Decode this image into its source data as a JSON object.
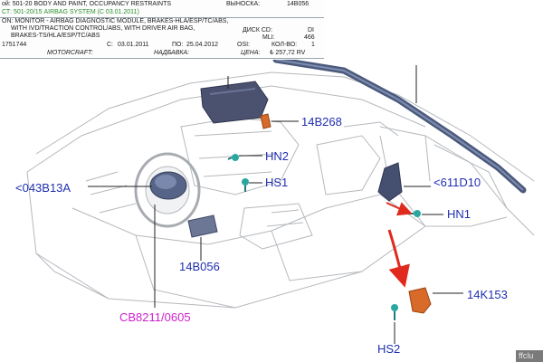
{
  "header": {
    "line1": {
      "group": "501-20 BODY AND PAINT, OCCUPANCY RESTRAINTS",
      "issue_label": "ВЫНОСКА:",
      "issue_value": "14B056"
    },
    "line2": {
      "section": "501-20/15 AIRBAG SYSTEM (C 03.01.2011)"
    },
    "desc_lines": [
      "MONITOR - AIRBAG DIAGNOSTIC MODULE, BRAKES-HLA/ESP/TC/ABS,",
      "WITH IVD/TRACTION CONTROL/ABS, WITH DRIVER AIR BAG,",
      "BRAKES-TS/HLA/ESP/TC/ABS"
    ],
    "disk": {
      "label": "ДИСК CD:",
      "value": "DI"
    },
    "mli": {
      "label": "MLI:",
      "value": "466"
    },
    "part_number": "1751744",
    "from": {
      "label": "С:",
      "value": "03.01.2011"
    },
    "to": {
      "label": "ПО:",
      "value": "25.04.2012"
    },
    "osi": {
      "label": "OSI:"
    },
    "qty": {
      "label": "КОЛ-ВО:",
      "value": "1"
    },
    "motorcraft": {
      "label": "MOTORCRAFT:"
    },
    "naddavka": {
      "label": "НАДБАВКА:"
    },
    "price": {
      "label": "ЦЕНА:",
      "value": "₺ 257,72 RV"
    }
  },
  "callouts": {
    "c14B268": "14B268",
    "hn2": "HN2",
    "hs1": "HS1",
    "c043B13A": "<043B13A",
    "c611D10": "<611D10",
    "hn1": "HN1",
    "c14B056": "14B056",
    "c14K153": "14K153",
    "hs2": "HS2",
    "cb": "CB8211/0605"
  },
  "watermark": "ffclu",
  "colors": {
    "callout": "#1f2fb0",
    "reference": "#d020d0",
    "arrow": "#e02a1e",
    "bracket": "#d86a2a",
    "clip": "#2aa8a0",
    "module": "#4a5878"
  }
}
